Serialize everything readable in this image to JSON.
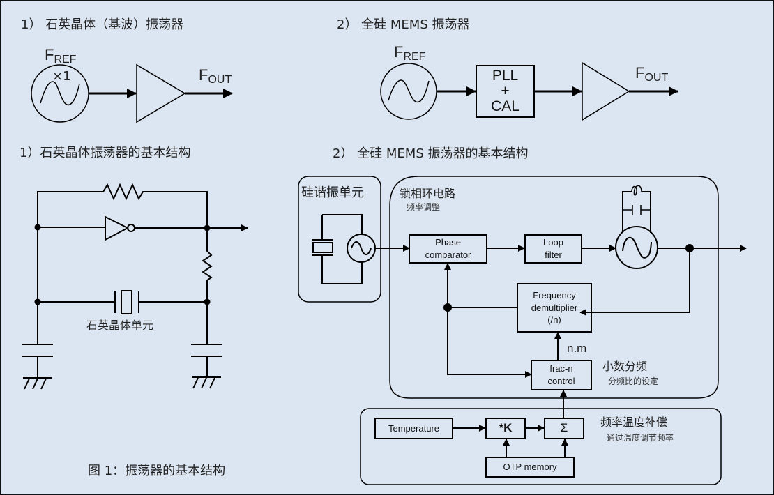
{
  "colors": {
    "background": "#dce6f2",
    "stroke": "#000000",
    "text": "#222222"
  },
  "section1": {
    "title": "1）  石英晶体（基波）振荡器",
    "fref_main": "F",
    "fref_sub": "REF",
    "multiplier": "×1",
    "fout_main": "F",
    "fout_sub": "OUT"
  },
  "section2": {
    "title": "2）  全硅 MEMS 振荡器",
    "fref_main": "F",
    "fref_sub": "REF",
    "pll_line1": "PLL",
    "pll_line2": "+",
    "pll_line3": "CAL",
    "fout_main": "F",
    "fout_sub": "OUT"
  },
  "section3": {
    "title": "1）石英晶体振荡器的基本结构",
    "crystal_label": "石英晶体单元"
  },
  "section4": {
    "title": "2）  全硅 MEMS 振荡器的基本结构",
    "resonator_group": "硅谐振单元",
    "pll_group": "锁相环电路",
    "pll_group_sub": "频率调整",
    "phase_comparator_l1": "Phase",
    "phase_comparator_l2": "comparator",
    "loop_filter_l1": "Loop",
    "loop_filter_l2": "filter",
    "freq_demult_l1": "Frequency",
    "freq_demult_l2": "demultiplier",
    "freq_demult_l3": "(/n)",
    "nm_label": "n.m",
    "fracn_l1": "frac-n",
    "fracn_l2": "control",
    "fracn_group": "小数分频",
    "fracn_group_sub": "分频比的设定",
    "temp_group": "频率温度补偿",
    "temp_group_sub": "通过温度调节频率",
    "temperature": "Temperature",
    "k_block": "*K",
    "sum_block": "Σ",
    "otp_memory": "OTP memory"
  },
  "caption": "图 1：振荡器的基本结构"
}
